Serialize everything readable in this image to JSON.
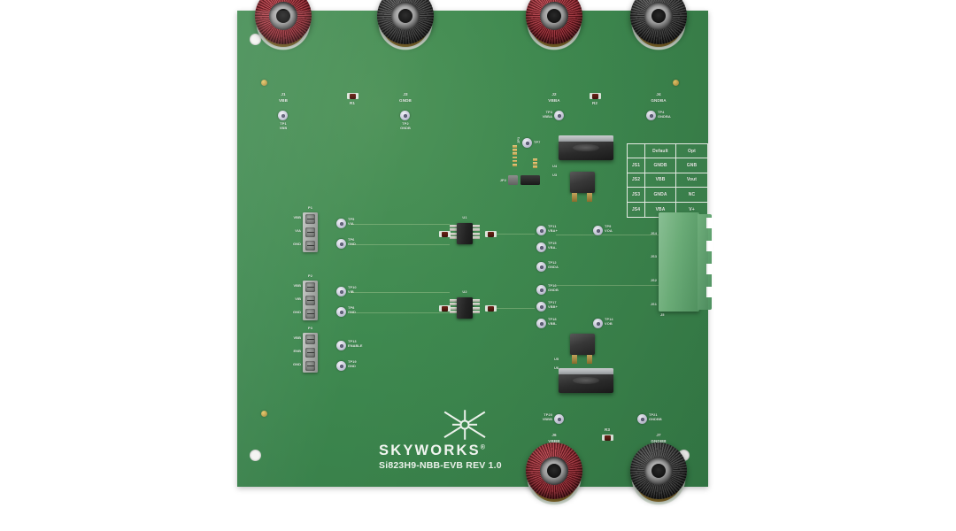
{
  "product": {
    "brand": "SKYWORKS",
    "brand_superscript": "®",
    "board_marking": "Si823H9-NBB-EVB REV 1.0"
  },
  "config_table": {
    "headers": [
      "",
      "Default",
      "Opt"
    ],
    "rows": [
      {
        "jumper": "JS1",
        "default": "GNDB",
        "opt": "GNB"
      },
      {
        "jumper": "JS2",
        "default": "VBB",
        "opt": "Vout"
      },
      {
        "jumper": "JS3",
        "default": "GNDA",
        "opt": "NC"
      },
      {
        "jumper": "JS4",
        "default": "VBA",
        "opt": "V+"
      }
    ]
  },
  "banana_jacks": [
    {
      "ref": "J1",
      "net": "VBB",
      "color": "red",
      "position": "top-left-1"
    },
    {
      "ref": "J3",
      "net": "GNDB",
      "color": "black",
      "position": "top-left-2"
    },
    {
      "ref": "J2",
      "net": "VBBA",
      "color": "red",
      "position": "top-right-1"
    },
    {
      "ref": "J4",
      "net": "GNDBA",
      "color": "black",
      "position": "top-right-2"
    },
    {
      "ref": "J6",
      "net": "VBBB",
      "color": "red",
      "position": "bottom-1"
    },
    {
      "ref": "J7",
      "net": "GNDBB",
      "color": "black",
      "position": "bottom-2"
    }
  ],
  "test_points": [
    {
      "ref": "TP1",
      "net": "VBB"
    },
    {
      "ref": "TP2",
      "net": "GNDB"
    },
    {
      "ref": "TP3",
      "net": "VBBA"
    },
    {
      "ref": "TP4",
      "net": "GNDBA"
    },
    {
      "ref": "TP5",
      "net": "VIA"
    },
    {
      "ref": "TP6",
      "net": "GND"
    },
    {
      "ref": "TP7",
      "net": ""
    },
    {
      "ref": "TP8",
      "net": "GND"
    },
    {
      "ref": "TP9",
      "net": "VOA"
    },
    {
      "ref": "TP10",
      "net": "VIB"
    },
    {
      "ref": "TP11",
      "net": "VBA+"
    },
    {
      "ref": "TP12",
      "net": "GNDA"
    },
    {
      "ref": "TP13",
      "net": "ENABLE"
    },
    {
      "ref": "TP14",
      "net": "VOB"
    },
    {
      "ref": "TP15",
      "net": "VBA-"
    },
    {
      "ref": "TP16",
      "net": "GNDB"
    },
    {
      "ref": "TP17",
      "net": "VBB+"
    },
    {
      "ref": "TP18",
      "net": "VBB-"
    },
    {
      "ref": "TP19",
      "net": "GND"
    },
    {
      "ref": "TP20",
      "net": "VBBB"
    },
    {
      "ref": "TP21",
      "net": "GNDBB"
    }
  ],
  "terminal_blocks": [
    {
      "ref": "P1",
      "pins": [
        "VBB",
        "VIA",
        "GND"
      ]
    },
    {
      "ref": "P2",
      "pins": [
        "VBB",
        "VIB",
        "GND"
      ]
    },
    {
      "ref": "P3",
      "pins": [
        "VBB",
        "ENB",
        "GND"
      ]
    }
  ],
  "connector": {
    "ref": "J5",
    "pin_labels": [
      "JS4",
      "JS3",
      "JS2",
      "JS1"
    ]
  },
  "ics": [
    {
      "ref": "U1",
      "package": "SOIC"
    },
    {
      "ref": "U2",
      "package": "SOIC"
    },
    {
      "ref": "U3",
      "package": "DPAK"
    },
    {
      "ref": "U4",
      "package": "TO-263"
    },
    {
      "ref": "U5",
      "package": "DPAK"
    },
    {
      "ref": "U6",
      "package": "TO-263"
    }
  ],
  "resistors": [
    {
      "ref": "R1"
    },
    {
      "ref": "R2"
    },
    {
      "ref": "R3"
    }
  ],
  "jumpers": [
    {
      "ref": "JP1"
    },
    {
      "ref": "JP2"
    }
  ],
  "colors": {
    "background": "#ffffff",
    "pcb_green": "#3f8a50",
    "silkscreen_white": "#e9f1ea",
    "jack_red": "#97202a",
    "jack_black": "#313131",
    "connector_green": "#6fb37c",
    "gold_pad": "#b8953f"
  }
}
